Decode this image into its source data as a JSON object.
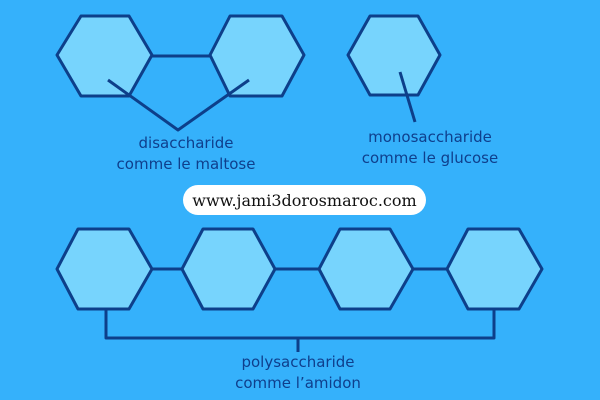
{
  "colors": {
    "background": "#35b1fb",
    "hexagon_fill": "#77d4fd",
    "stroke": "#0d3f8a"
  },
  "disaccharide": {
    "line1": "disaccharide",
    "line2": "comme le maltose"
  },
  "monosaccharide": {
    "line1": "monosaccharide",
    "line2": "comme le glucose"
  },
  "polysaccharide": {
    "line1": "polysaccharide",
    "line2": "comme l’amidon"
  },
  "watermark": "www.jami3dorosmaroc.com"
}
